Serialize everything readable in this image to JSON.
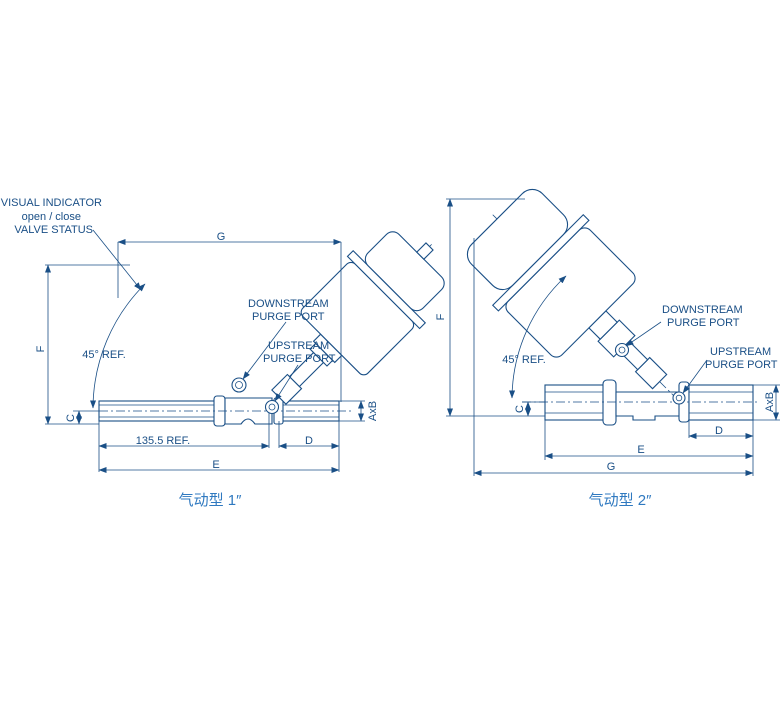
{
  "left": {
    "visual_indicator": [
      "VISUAL INDICATOR",
      "open / close",
      "VALVE STATUS"
    ],
    "downstream": [
      "DOWNSTREAM",
      "PURGE PORT"
    ],
    "upstream": [
      "UPSTREAM",
      "PURGE PORT"
    ],
    "dim_g": "G",
    "dim_f": "F",
    "dim_c": "C",
    "dim_axb": "AxB",
    "dim_ref": "135.5 REF.",
    "dim_d": "D",
    "dim_e": "E",
    "angle": "45° REF.",
    "caption": "气动型 1″"
  },
  "right": {
    "downstream": [
      "DOWNSTREAM",
      "PURGE PORT"
    ],
    "upstream": [
      "UPSTREAM",
      "PURGE PORT"
    ],
    "dim_f": "F",
    "dim_c": "C",
    "dim_axb": "AxB",
    "dim_d": "D",
    "dim_e": "E",
    "dim_g": "G",
    "angle": "45° REF.",
    "caption": "气动型 2″"
  },
  "colors": {
    "line": "#1a4f86",
    "caption": "#2f79c0"
  }
}
